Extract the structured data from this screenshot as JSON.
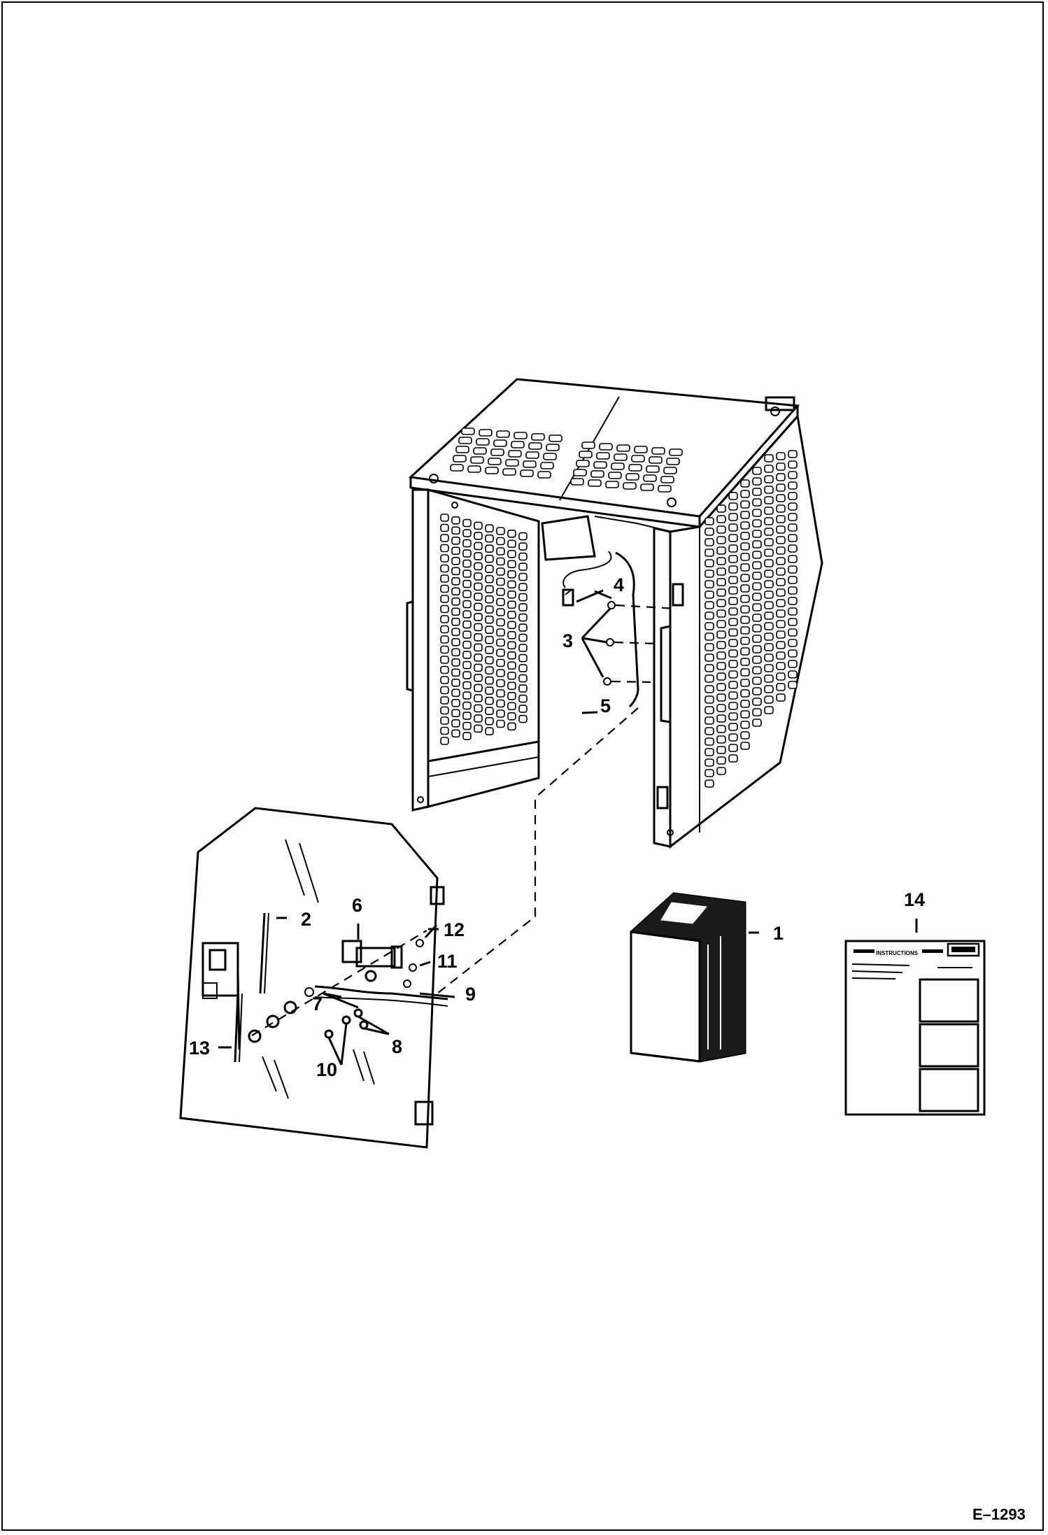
{
  "diagram": {
    "figure_id": "E–1293",
    "callouts": [
      "1",
      "2",
      "3",
      "4",
      "5",
      "6",
      "7",
      "8",
      "9",
      "10",
      "11",
      "12",
      "13",
      "14"
    ],
    "decal": {
      "header": "INSTRUCTIONS"
    },
    "colors": {
      "ink": "#000000",
      "paper": "#ffffff",
      "box_dark": "#1a1a1a"
    }
  }
}
